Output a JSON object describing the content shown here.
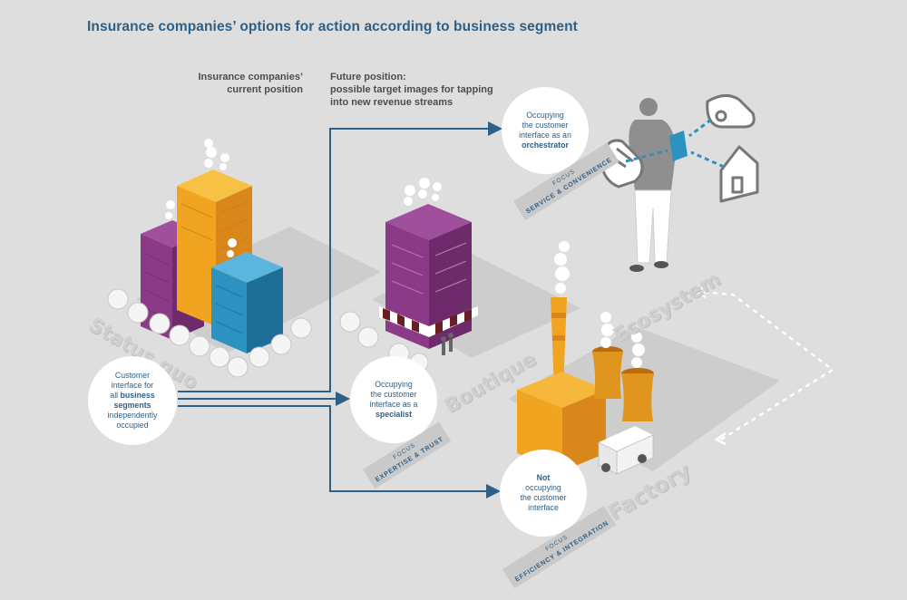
{
  "title": "Insurance companies’ options for action according to business segment",
  "headers": {
    "current": [
      "Insurance companies’",
      "current position"
    ],
    "future": [
      "Future position:",
      "possible target images for tapping",
      "into new revenue streams"
    ]
  },
  "status_quo": {
    "street_label": "Status quo",
    "circle": {
      "line1": "Customer",
      "line2": "interface for",
      "line3_pre": "all ",
      "line3_bold": "business",
      "line4_bold": "segments",
      "line5": "independently",
      "line6": "occupied"
    }
  },
  "ecosystem": {
    "street_label": "Ecosystem",
    "circle": {
      "line1": "Occupying",
      "line2": "the customer",
      "line3": "interface as an",
      "line4_bold": "orchestrator"
    },
    "focus_label": "FOCUS",
    "focus_text": "SERVICE & CONVENIENCE"
  },
  "boutique": {
    "street_label": "Boutique",
    "circle": {
      "line1": "Occupying",
      "line2": "the customer",
      "line3": "interface as a",
      "line4_bold": "specialist"
    },
    "focus_label": "FOCUS",
    "focus_text": "EXPERTISE & TRUST"
  },
  "factory": {
    "street_label": "Factory",
    "circle": {
      "line1_bold": "Not",
      "line2": "occupying",
      "line3": "the customer",
      "line4": "interface"
    },
    "focus_label": "FOCUS",
    "focus_text": "EFFICIENCY & INTEGRATION"
  },
  "icons": [
    "car-key-icon",
    "house-icon",
    "tablet-icon",
    "handshake-icon",
    "person-icon",
    "truck-icon"
  ],
  "colors": {
    "arrow": "#2e5f86",
    "dashed_arrow": "#ffffff",
    "purple_building": "#8a3a86",
    "orange_building": "#f0a420",
    "blue_building": "#2c93c0",
    "background": "#dedede"
  }
}
